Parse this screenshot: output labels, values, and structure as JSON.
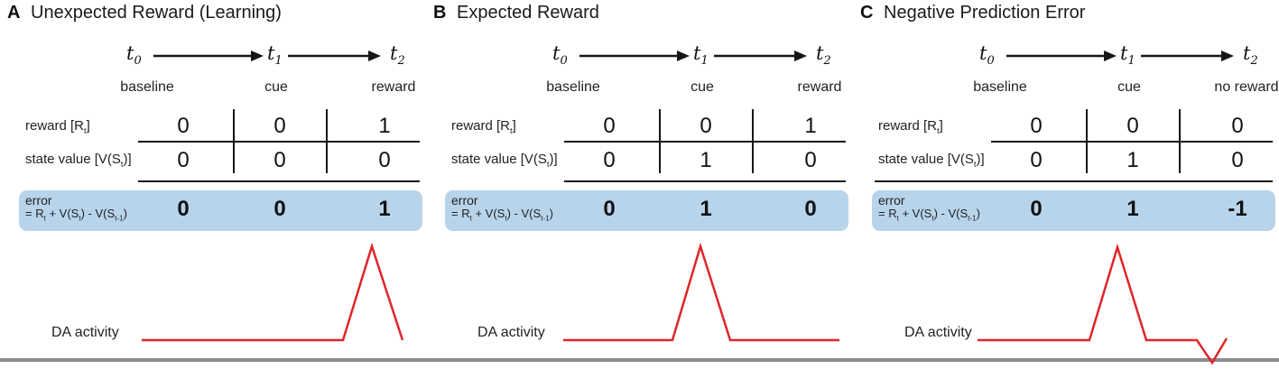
{
  "figure": {
    "background": "#ffffff",
    "text_color": "#1a1a1a",
    "line_color": "#161616",
    "accent_blue": "#b8d4eb",
    "accent_red": "#e02529",
    "bottom_bar_color": "#8c8c8c"
  },
  "t_labels": [
    "t_{0}",
    "t_{1}",
    "t_{2}"
  ],
  "row_labels": {
    "reward": "reward [R_{t}]",
    "state": "state value [V(S_{t})]",
    "error_line1": "error",
    "error_line2": "= R_{t} + V(S_{t}) - V(S_{t-1})"
  },
  "panels": [
    {
      "letter": "A",
      "title": "Unexpected Reward (Learning)",
      "stages": [
        "baseline",
        "cue",
        "reward"
      ],
      "reward_values": [
        "0",
        "0",
        "1"
      ],
      "state_values": [
        "0",
        "0",
        "0"
      ],
      "error_values": [
        "0",
        "0",
        "1"
      ],
      "da_label": "DA activity",
      "da_points": [
        [
          157,
          377
        ],
        [
          380,
          377
        ],
        [
          412,
          273
        ],
        [
          446,
          377
        ]
      ]
    },
    {
      "letter": "B",
      "title": "Expected Reward",
      "stages": [
        "baseline",
        "cue",
        "reward"
      ],
      "reward_values": [
        "0",
        "0",
        "1"
      ],
      "state_values": [
        "0",
        "1",
        "0"
      ],
      "error_values": [
        "0",
        "1",
        "0"
      ],
      "da_label": "DA activity",
      "da_points": [
        [
          152,
          377
        ],
        [
          273,
          377
        ],
        [
          304,
          273
        ],
        [
          337,
          377
        ],
        [
          458,
          377
        ]
      ]
    },
    {
      "letter": "C",
      "title": "Negative Prediction Error",
      "stages": [
        "baseline",
        "cue",
        "no reward"
      ],
      "reward_values": [
        "0",
        "0",
        "0"
      ],
      "state_values": [
        "0",
        "1",
        "0"
      ],
      "error_values": [
        "0",
        "1",
        "-1"
      ],
      "da_label": "DA activity",
      "da_points": [
        [
          138,
          377
        ],
        [
          262,
          377
        ],
        [
          293,
          274
        ],
        [
          325,
          377
        ],
        [
          381,
          377
        ],
        [
          398,
          402
        ],
        [
          414,
          375
        ]
      ]
    }
  ],
  "chart_data": [
    {
      "type": "line",
      "title": "DA activity — Panel A: Unexpected Reward (Learning)",
      "x": [
        "t0 baseline",
        "t1 cue",
        "t2 reward"
      ],
      "series": [
        {
          "name": "prediction error (DA activity)",
          "values": [
            0,
            0,
            1
          ]
        }
      ],
      "line_color": "#e02529",
      "grid": false,
      "legend": false
    },
    {
      "type": "line",
      "title": "DA activity — Panel B: Expected Reward",
      "x": [
        "t0 baseline",
        "t1 cue",
        "t2 reward"
      ],
      "series": [
        {
          "name": "prediction error (DA activity)",
          "values": [
            0,
            1,
            0
          ]
        }
      ],
      "line_color": "#e02529",
      "grid": false,
      "legend": false
    },
    {
      "type": "line",
      "title": "DA activity — Panel C: Negative Prediction Error",
      "x": [
        "t0 baseline",
        "t1 cue",
        "t2 no reward"
      ],
      "series": [
        {
          "name": "prediction error (DA activity)",
          "values": [
            0,
            1,
            -1
          ]
        }
      ],
      "line_color": "#e02529",
      "grid": false,
      "legend": false
    }
  ]
}
